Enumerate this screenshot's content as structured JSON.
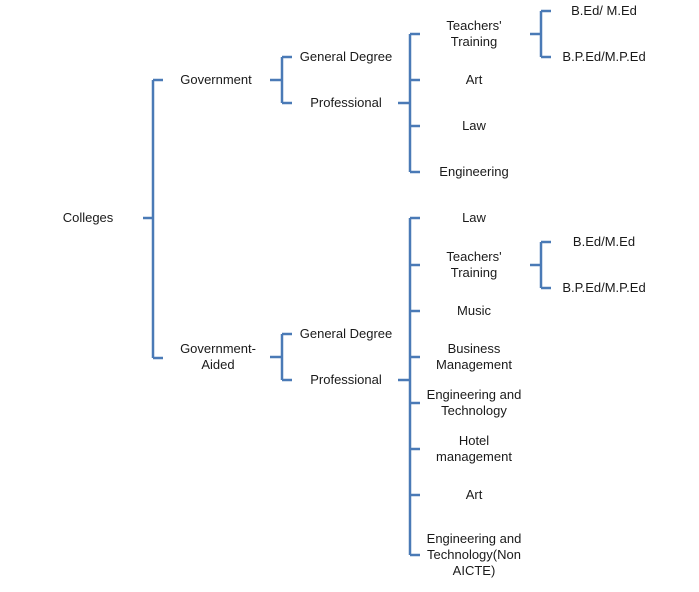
{
  "diagram": {
    "root": "Colleges",
    "government": {
      "label": "Government",
      "general": "General Degree",
      "professional": "Professional",
      "prof_items": {
        "teachers": [
          "Teachers'",
          "Training"
        ],
        "art": "Art",
        "law": "Law",
        "engineering": "Engineering"
      },
      "teacher_items": [
        "B.Ed/ M.Ed",
        "B.P.Ed/M.P.Ed"
      ]
    },
    "aided": {
      "label": [
        "Government-",
        "Aided"
      ],
      "general": "General Degree",
      "professional": "Professional",
      "prof_items": {
        "law": "Law",
        "teachers": [
          "Teachers'",
          "Training"
        ],
        "music": "Music",
        "business": [
          "Business",
          "Management"
        ],
        "eng_tech": [
          "Engineering and",
          "Technology"
        ],
        "hotel": [
          "Hotel",
          "management"
        ],
        "art": "Art",
        "eng_non": [
          "Engineering and",
          "Technology(Non",
          "AICTE)"
        ]
      },
      "teacher_items": [
        "B.Ed/M.Ed",
        "B.P.Ed/M.P.Ed"
      ]
    }
  }
}
